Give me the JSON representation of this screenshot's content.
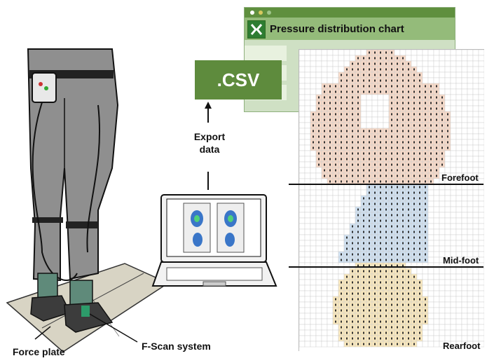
{
  "labels": {
    "force_plate": "Force plate",
    "fscan": "F-Scan system",
    "export": "Export\ndata",
    "csv": ".CSV",
    "window_title": "Pressure distribution chart",
    "forefoot": "Forefoot",
    "midfoot": "Mid-foot",
    "rearfoot": "Rearfoot"
  },
  "colors": {
    "forefoot_fill": "#f6d9c8",
    "midfoot_fill": "#cfe0f0",
    "rearfoot_fill": "#f8e7bd",
    "excel_green": "#5e8b3d",
    "pants": "#8f8f8f",
    "sock": "#5f8a7a"
  },
  "icons": [
    "excel-icon",
    "laptop-icon",
    "foot-pressure-map-icon",
    "sensor-box-icon"
  ]
}
